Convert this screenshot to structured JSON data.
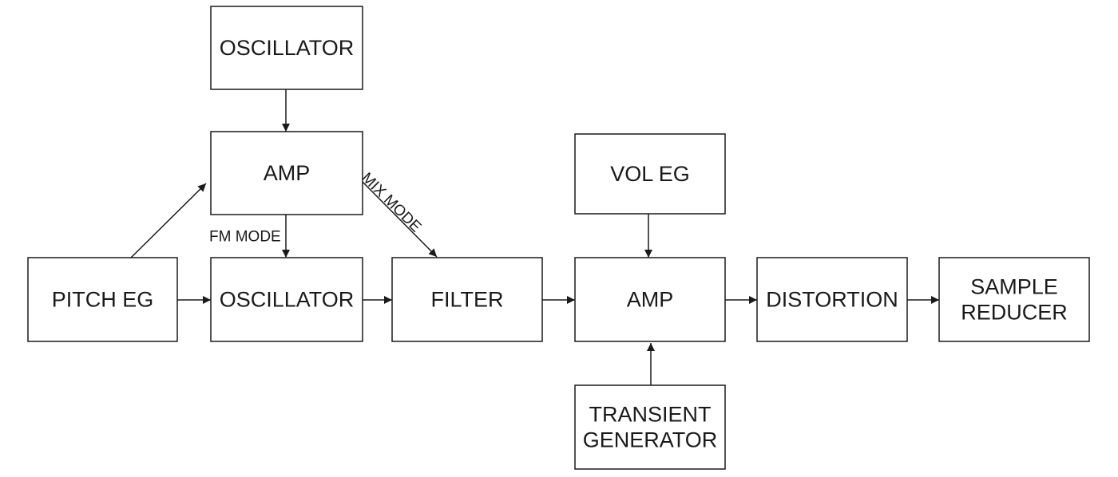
{
  "diagram": {
    "nodes": {
      "osc_top": {
        "lines": [
          "OSCILLATOR"
        ]
      },
      "amp_top": {
        "lines": [
          "AMP"
        ]
      },
      "pitch_eg": {
        "lines": [
          "PITCH EG"
        ]
      },
      "osc_main": {
        "lines": [
          "OSCILLATOR"
        ]
      },
      "filter": {
        "lines": [
          "FILTER"
        ]
      },
      "vol_eg": {
        "lines": [
          "VOL EG"
        ]
      },
      "amp_main": {
        "lines": [
          "AMP"
        ]
      },
      "transient": {
        "lines": [
          "TRANSIENT",
          "GENERATOR"
        ]
      },
      "distortion": {
        "lines": [
          "DISTORTION"
        ]
      },
      "sample_reducer": {
        "lines": [
          "SAMPLE",
          "REDUCER"
        ]
      }
    },
    "edges": [
      {
        "from": "osc_top",
        "to": "amp_top"
      },
      {
        "from": "pitch_eg",
        "to": "amp_top"
      },
      {
        "from": "amp_top",
        "to": "osc_main",
        "label": "FM MODE"
      },
      {
        "from": "amp_top",
        "to": "filter",
        "label": "MIX MODE"
      },
      {
        "from": "pitch_eg",
        "to": "osc_main"
      },
      {
        "from": "osc_main",
        "to": "filter"
      },
      {
        "from": "filter",
        "to": "amp_main"
      },
      {
        "from": "vol_eg",
        "to": "amp_main"
      },
      {
        "from": "transient",
        "to": "amp_main"
      },
      {
        "from": "amp_main",
        "to": "distortion"
      },
      {
        "from": "distortion",
        "to": "sample_reducer"
      }
    ]
  }
}
